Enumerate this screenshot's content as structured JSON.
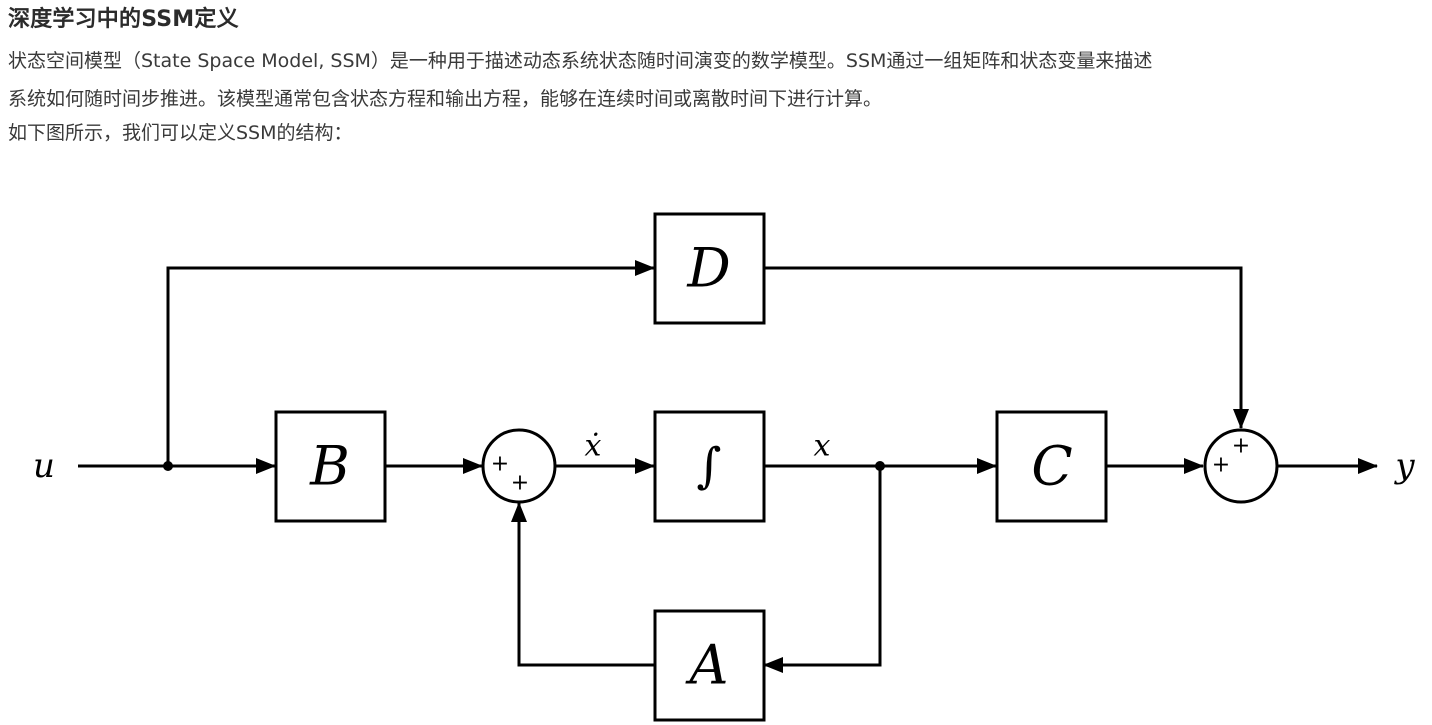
{
  "article": {
    "title": "深度学习中的SSM定义",
    "paragraph_1_line_1": "状态空间模型（State Space Model, SSM）是一种用于描述动态系统状态随时间演变的数学模型。SSM通过一组矩阵和状态变量来描述",
    "paragraph_1_line_2": "系统如何随时间步推进。该模型通常包含状态方程和输出方程，能够在连续时间或离散时间下进行计算。",
    "paragraph_2": "如下图所示，我们可以定义SSM的结构："
  },
  "diagram": {
    "input_label": "u",
    "output_label": "y",
    "state_derivative_label": "ẋ",
    "state_label": "x",
    "blocks": {
      "B": "B",
      "D": "D",
      "C": "C",
      "A": "A",
      "integrator": "∫"
    },
    "sum_1_signs": [
      "+",
      "+"
    ],
    "sum_2_signs": [
      "+",
      "+"
    ]
  }
}
